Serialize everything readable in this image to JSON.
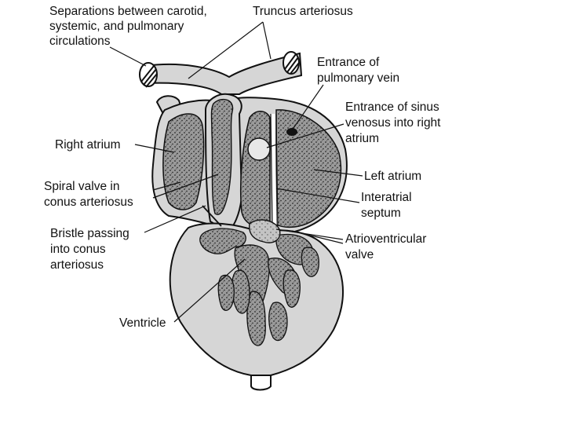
{
  "figure": {
    "labels": {
      "separations": [
        "Separations between carotid,",
        "systemic, and pulmonary",
        "circulations"
      ],
      "truncus": [
        "Truncus arteriosus"
      ],
      "pulmonary_vein": [
        "Entrance of",
        "pulmonary vein"
      ],
      "sinus_venosus": [
        "Entrance of sinus",
        "venosus into right",
        "atrium"
      ],
      "right_atrium": [
        "Right atrium"
      ],
      "left_atrium": [
        "Left atrium"
      ],
      "spiral_valve": [
        "Spiral valve in",
        "conus arteriosus"
      ],
      "interatrial": [
        "Interatrial",
        "septum"
      ],
      "bristle": [
        "Bristle passing",
        "into conus",
        "arteriosus"
      ],
      "av_valve": [
        "Atrioventricular",
        "valve"
      ],
      "ventricle": [
        "Ventricle"
      ]
    },
    "colors": {
      "fill": "#d6d6d6",
      "dark": "#4a4a4a",
      "stroke": "#111111",
      "background": "#ffffff"
    }
  }
}
